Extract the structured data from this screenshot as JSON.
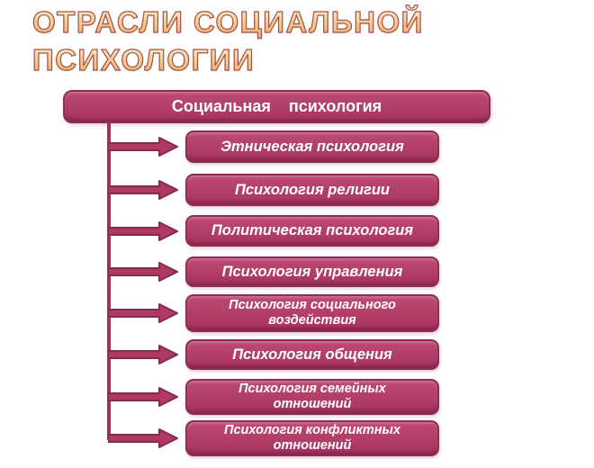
{
  "title": {
    "line1": "ОТРАСЛИ СОЦИАЛЬНОЙ",
    "line2": "ПСИХОЛОГИИ"
  },
  "diagram": {
    "root": {
      "label": "Социальная    психология"
    },
    "branches": [
      {
        "label": "Этническая психология"
      },
      {
        "label": "Психология религии"
      },
      {
        "label": "Политическая психология"
      },
      {
        "label": "Психология управления"
      },
      {
        "label": "Психология социального воздействия"
      },
      {
        "label": "Психология общения"
      },
      {
        "label": "Психология семейных отношений"
      },
      {
        "label": "Психология конфликтных отношений"
      }
    ]
  },
  "colors": {
    "node_fill": "#b23e68",
    "node_border": "#8e2c55",
    "arrow_fill": "#ae3a63",
    "arrow_stroke": "#872a4f",
    "trunk": "#9c3560",
    "title_gradient_top": "#fdf5d6",
    "title_gradient_bottom": "#f0a766",
    "title_outline": "#a2534a",
    "node_text": "#ffffff",
    "background": "#ffffff"
  }
}
